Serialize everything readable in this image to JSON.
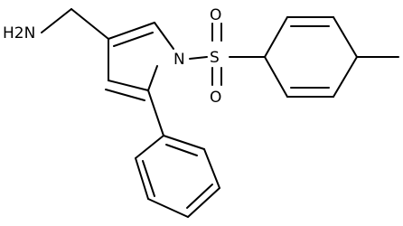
{
  "molecule": {
    "atoms": {
      "amine": "H2N",
      "nitrogen": "N",
      "sulfur": "S",
      "oxygen_top": "O",
      "oxygen_bottom": "O"
    }
  },
  "colors": {
    "bond": "#000000",
    "label": "#000000",
    "background": "#ffffff"
  }
}
